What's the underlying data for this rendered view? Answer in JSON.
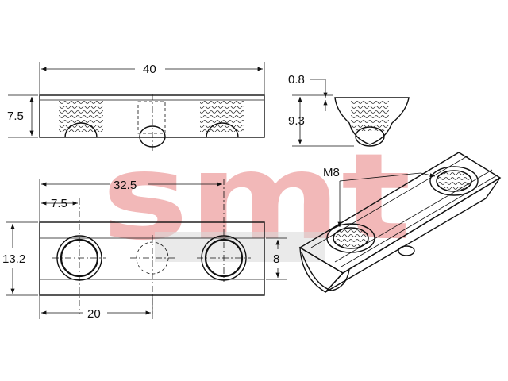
{
  "watermark": {
    "brand": "smt",
    "color": "#f2b8b8"
  },
  "dimensions": {
    "top_length": "40",
    "top_height": "7.5",
    "side_offset": "0.8",
    "side_depth": "9.3",
    "thread": "M8",
    "hole_spacing": "32.5",
    "hole_edge": "7.5",
    "width": "13.2",
    "slot": "8",
    "center_offset": "20"
  },
  "colors": {
    "line": "#111111",
    "background": "#ffffff"
  },
  "icons": [
    "threaded-hole-icon",
    "hidden-hole-icon"
  ]
}
